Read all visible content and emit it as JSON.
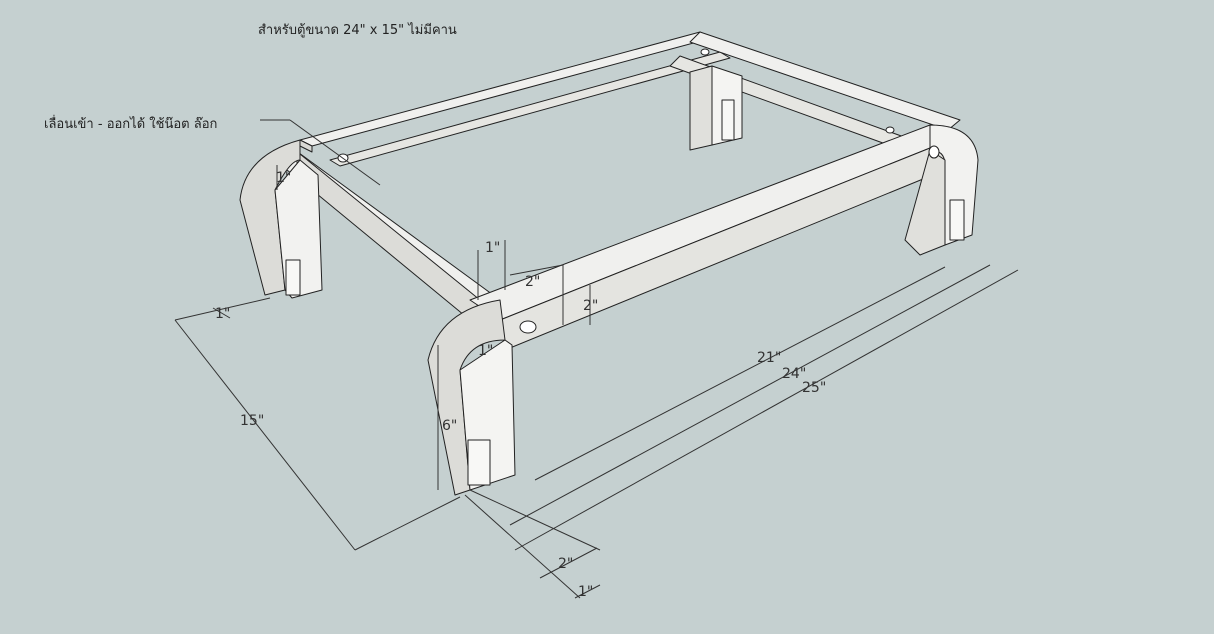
{
  "title": "สำหรับตู้ขนาด 24\" x 15\" ไม่มีคาน",
  "note": "เลื่อนเข้า - ออกได้ ใช้น๊อต ล๊อก",
  "dimensions": {
    "d15": "15\"",
    "d21": "21\"",
    "d24": "24\"",
    "d25": "25\"",
    "d6": "6\"",
    "d2_vert": "2\"",
    "d2_top": "2\"",
    "d1_top": "1\"",
    "d1_left": "1\"",
    "d1_leg_left": "1\"",
    "d1_front": "1\"",
    "d2_bottom": "2\"",
    "d1_bottom": "1\""
  },
  "colors": {
    "background": "#c5d0d0",
    "wood_top": "#f2f2f0",
    "wood_side": "#dcdcd8",
    "wood_shadow": "#b8b8b4",
    "line": "#222222"
  }
}
